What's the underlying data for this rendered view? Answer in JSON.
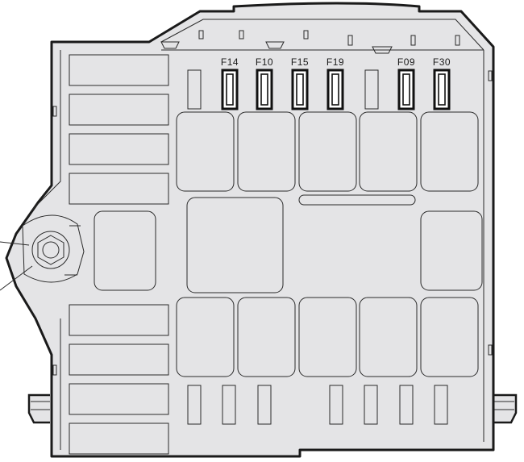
{
  "fuse_box": {
    "highlighted_fuses": [
      {
        "label": "F14"
      },
      {
        "label": "F10"
      },
      {
        "label": "F15"
      },
      {
        "label": "F19"
      },
      {
        "label": "F09"
      },
      {
        "label": "F30"
      }
    ]
  },
  "colors": {
    "body": "#e4e4e6",
    "outline": "#1a1a1a",
    "fuse_highlight": "#ffffff"
  }
}
